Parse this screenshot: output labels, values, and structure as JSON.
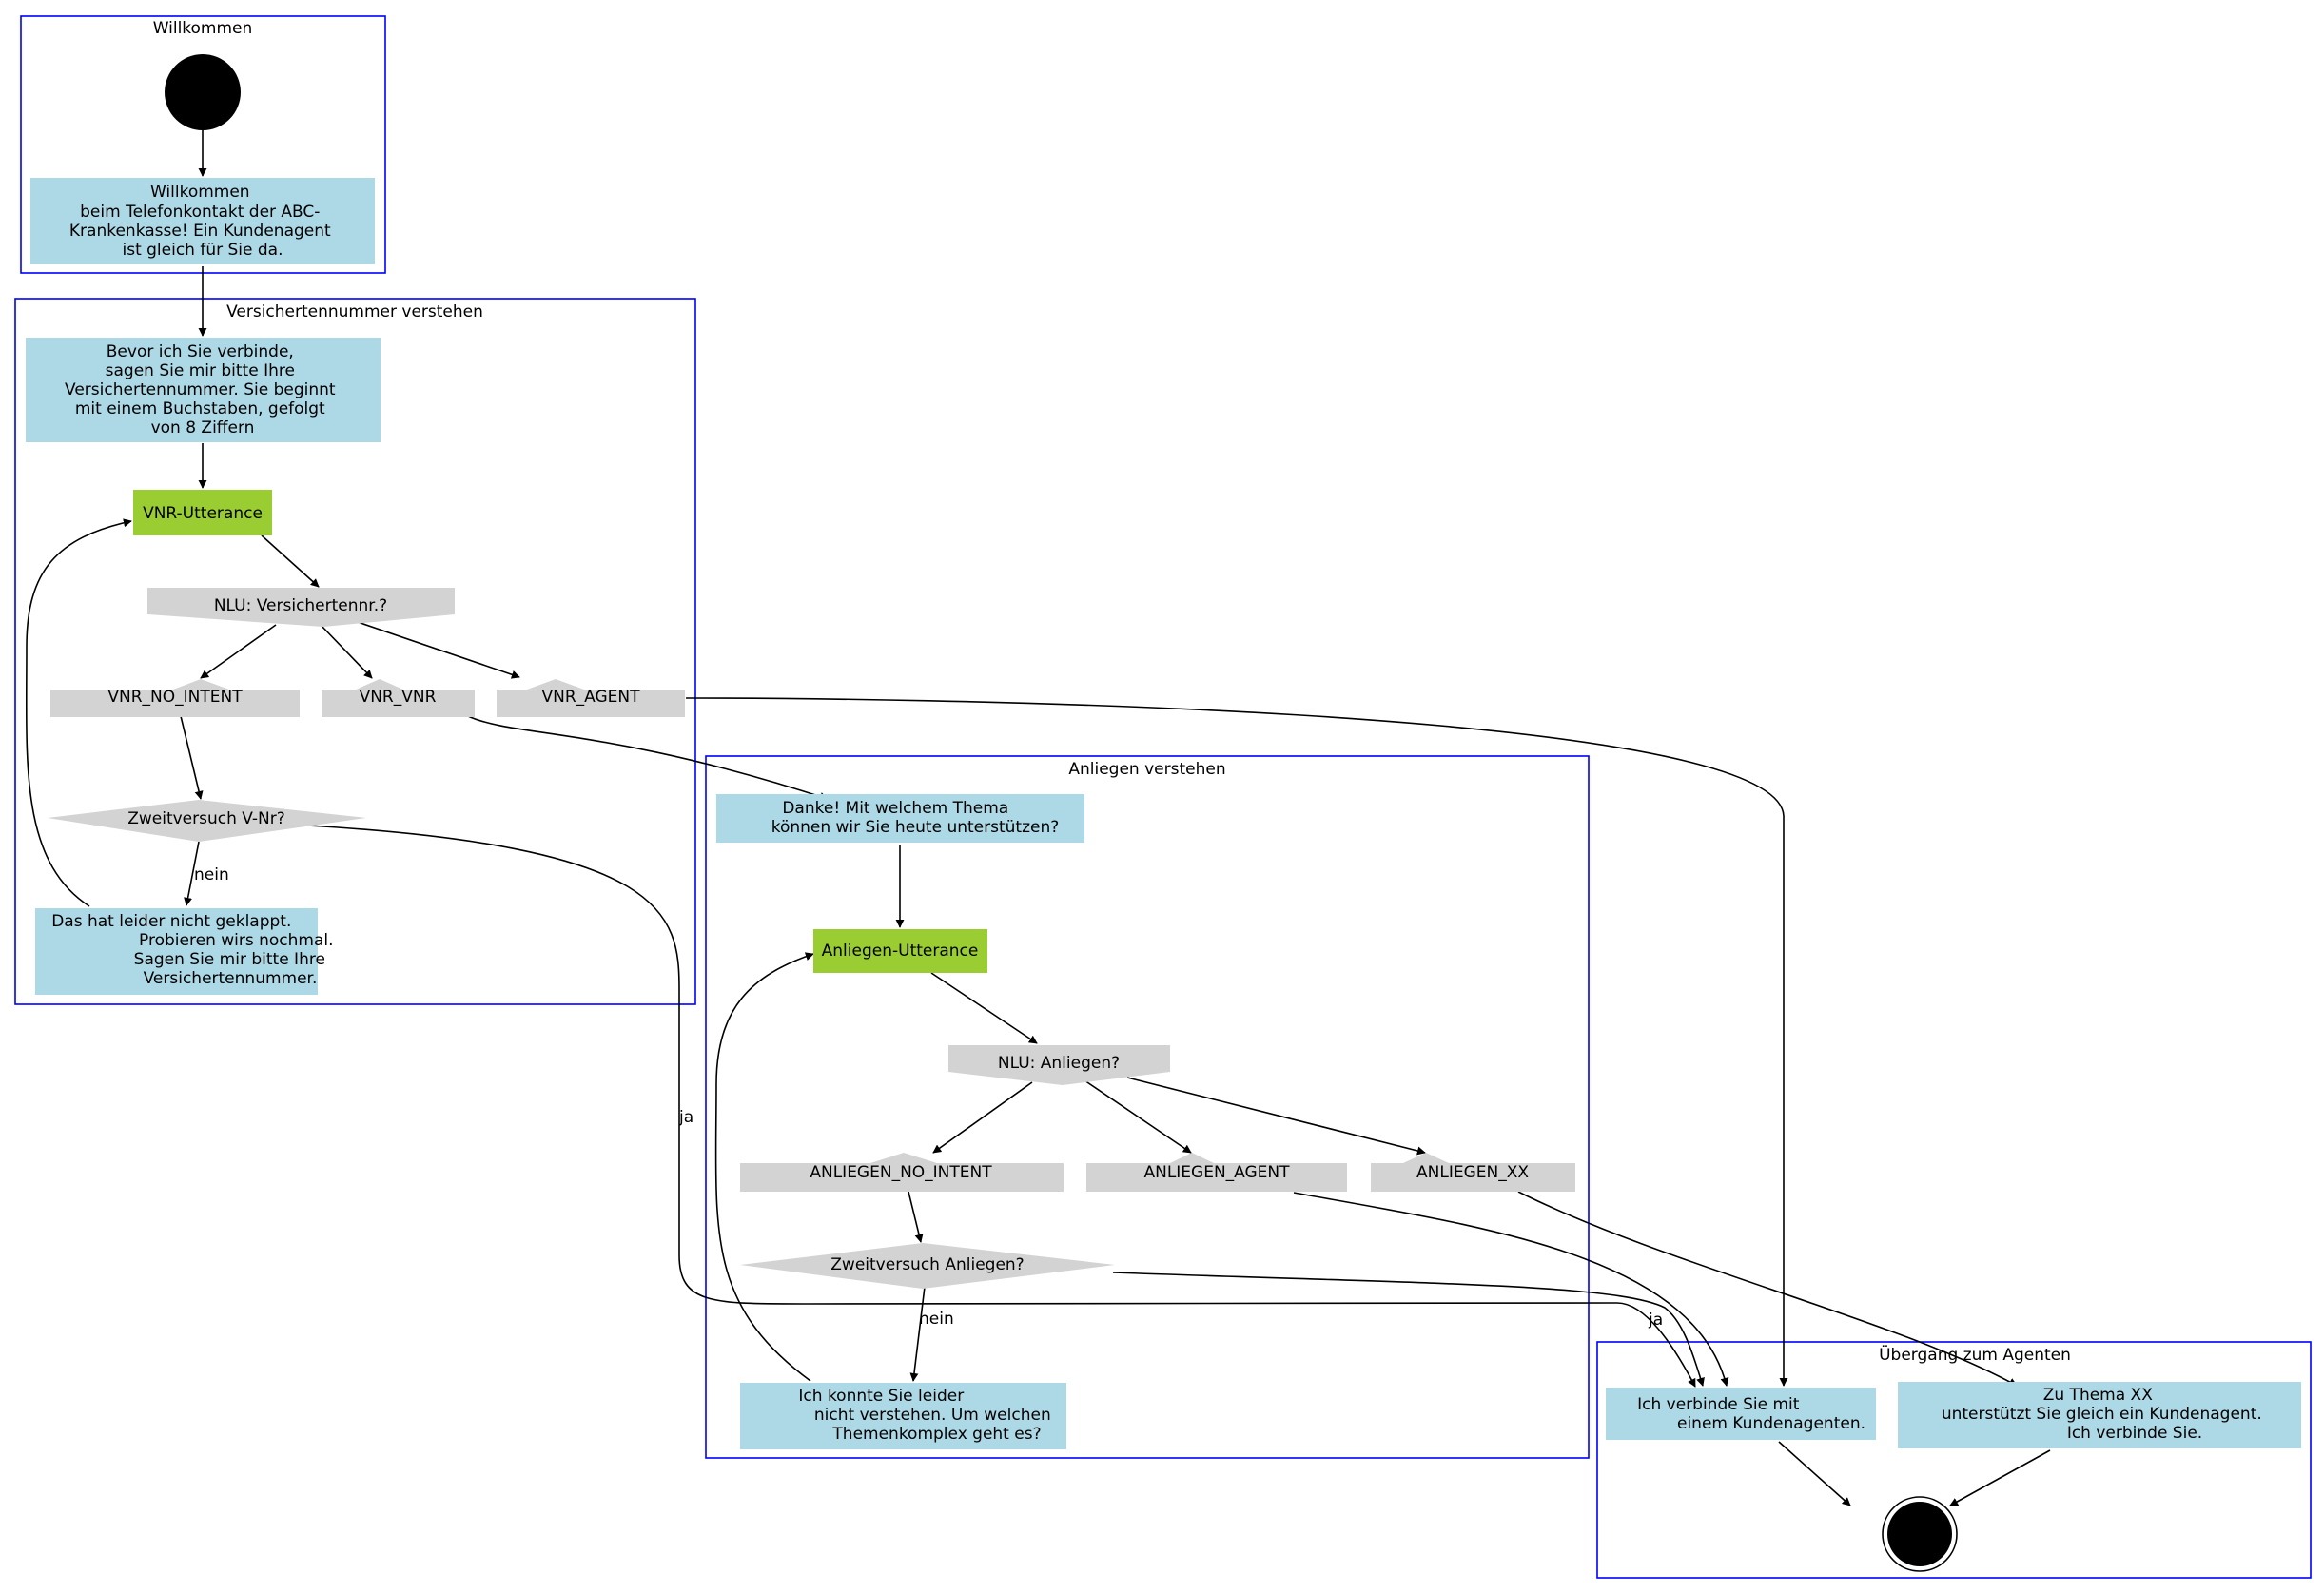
{
  "clusters": {
    "welcome": "Willkommen",
    "vnr": "Versichertennummer verstehen",
    "anliegen": "Anliegen verstehen",
    "agent": "Übergang zum Agenten"
  },
  "nodes": {
    "welcome_msg": [
      "Willkommen",
      "beim Telefonkontakt der ABC-",
      "Krankenkasse! Ein Kundenagent",
      "ist gleich für Sie da."
    ],
    "vnr_prompt": [
      "Bevor ich Sie verbinde,",
      "sagen Sie mir bitte Ihre",
      "Versichertennummer. Sie beginnt",
      "mit einem Buchstaben, gefolgt",
      "von 8 Ziffern"
    ],
    "vnr_utterance": "VNR-Utterance",
    "nlu_vnr": "NLU: Versichertennr.?",
    "vnr_no_intent": "VNR_NO_INTENT",
    "vnr_vnr": "VNR_VNR",
    "vnr_agent": "VNR_AGENT",
    "vnr_retry": "Zweitversuch V-Nr?",
    "vnr_fail": [
      "Das hat leider nicht geklappt.",
      "Probieren wirs nochmal.",
      "Sagen Sie mir bitte Ihre",
      "Versichertennummer."
    ],
    "anl_prompt": [
      "Danke! Mit welchem Thema",
      "können wir Sie heute unterstützen?"
    ],
    "anl_utterance": "Anliegen-Utterance",
    "nlu_anl": "NLU: Anliegen?",
    "anl_no_intent": "ANLIEGEN_NO_INTENT",
    "anl_agent": "ANLIEGEN_AGENT",
    "anl_xx": "ANLIEGEN_XX",
    "anl_retry": "Zweitversuch Anliegen?",
    "anl_fail": [
      "Ich konnte Sie leider",
      "nicht verstehen. Um welchen",
      "Themenkomplex geht es?"
    ],
    "connect": [
      "Ich verbinde Sie mit",
      "einem Kundenagenten."
    ],
    "topic_xx": [
      "Zu Thema XX",
      "unterstützt Sie gleich ein Kundenagent.",
      "Ich verbinde Sie."
    ]
  },
  "edge_labels": {
    "vnr_nein": "nein",
    "vnr_ja": "ja",
    "anl_nein": "nein",
    "anl_ja": "ja"
  },
  "colors": {
    "cluster_border": "#0000ff",
    "message": "#add8e6",
    "utterance": "#9acd32",
    "nlu": "#d3d3d3",
    "terminal": "#000000"
  }
}
